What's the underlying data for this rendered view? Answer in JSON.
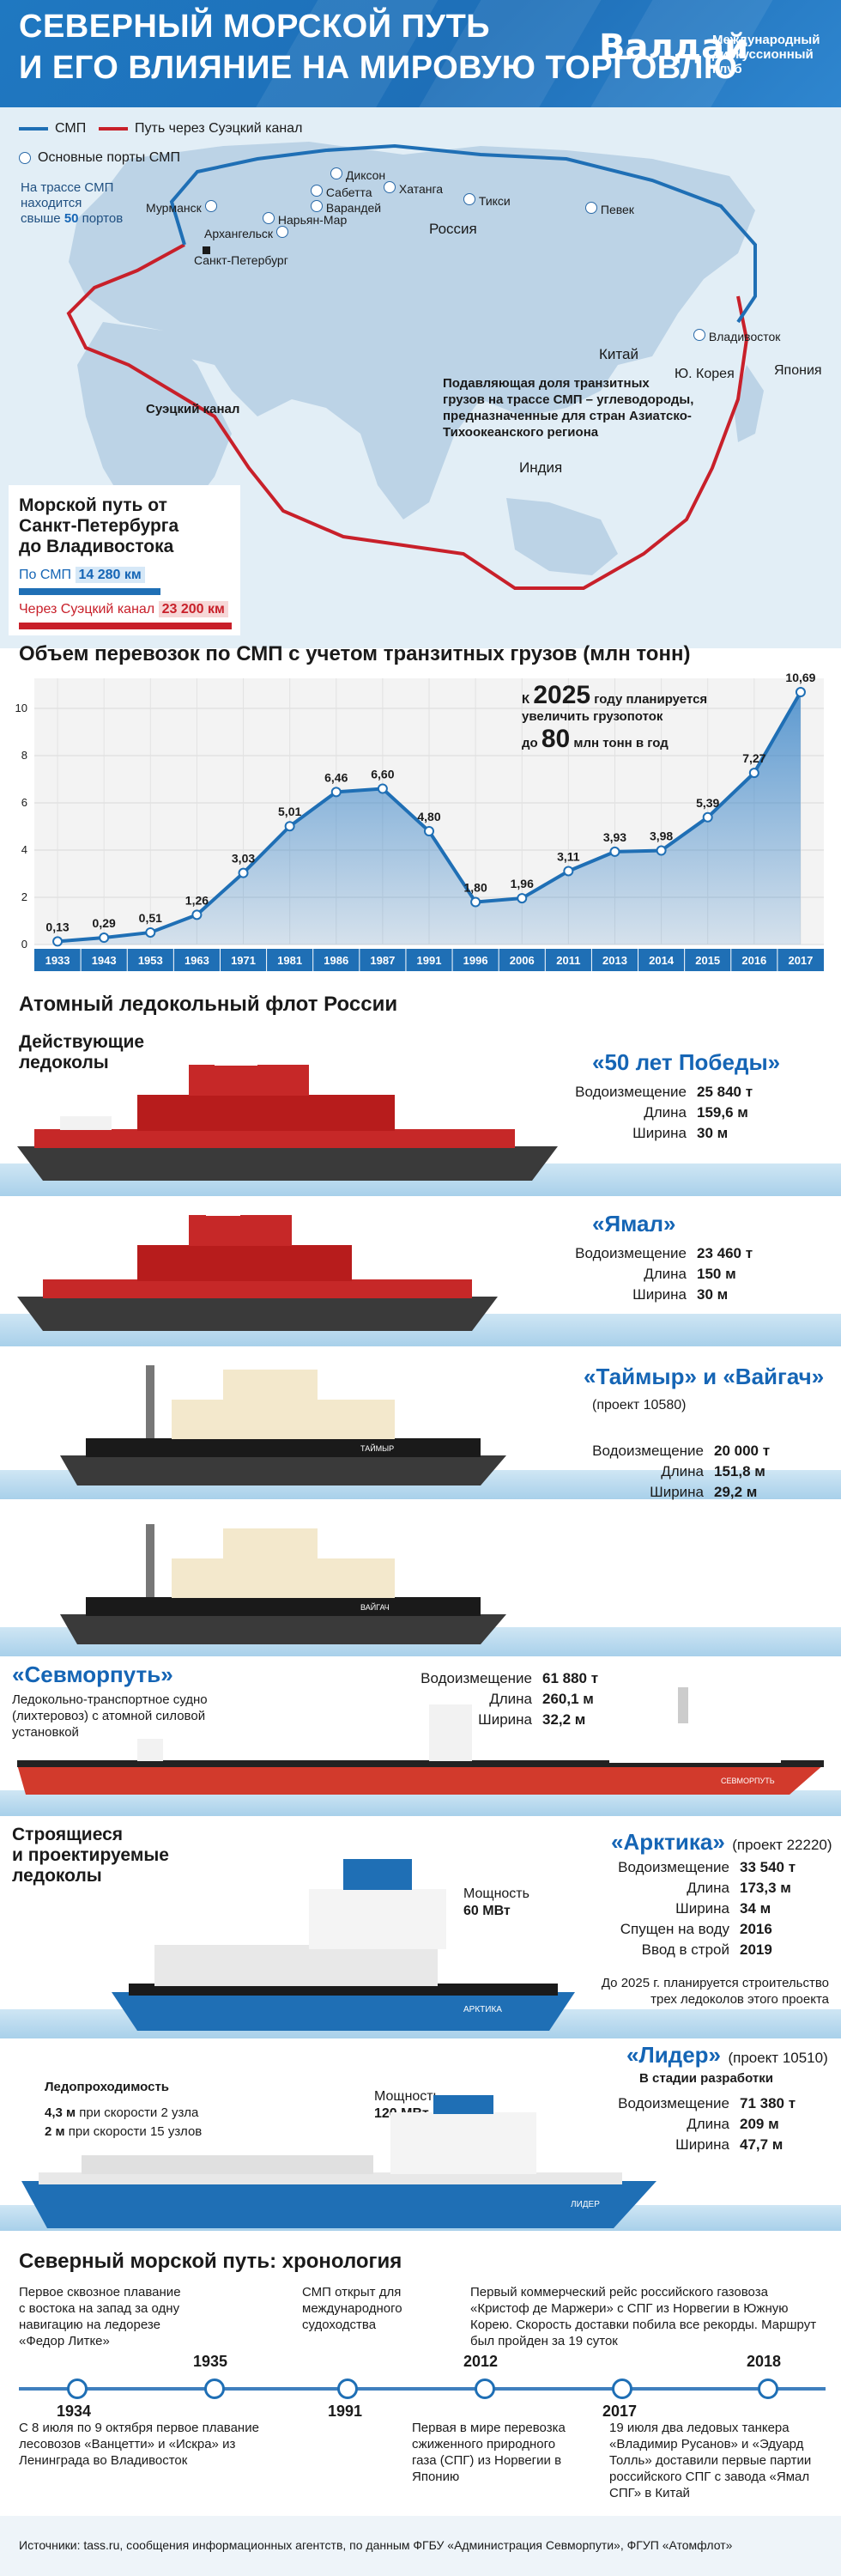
{
  "header": {
    "title_line1": "СЕВЕРНЫЙ МОРСКОЙ ПУТЬ",
    "title_line2": "И ЕГО ВЛИЯНИЕ НА МИРОВУЮ ТОРГОВЛЮ",
    "logo": "Валдай",
    "logo_sub1": "Международный",
    "logo_sub2": "дискуссионный клуб"
  },
  "map": {
    "legend_smp": "СМП",
    "legend_suez": "Путь через Суэцкий канал",
    "legend_ports": "Основные порты СМП",
    "ports_note_1": "На трассе СМП",
    "ports_note_2": "находится",
    "ports_note_3": "свыше",
    "ports_count": "50",
    "ports_note_4": "портов",
    "ports": [
      "Диксон",
      "Хатанга",
      "Сабетта",
      "Тикси",
      "Мурманск",
      "Варандей",
      "Нарьян-Мар",
      "Певек",
      "Архангельск"
    ],
    "cities": [
      "Санкт-Петербург",
      "Владивосток"
    ],
    "countries": [
      "Россия",
      "Китай",
      "Ю. Корея",
      "Япония",
      "Индия"
    ],
    "suez_label": "Суэцкий канал",
    "note_1": "Подавляющая доля транзитных",
    "note_2": "грузов на трассе СМП – углеводороды,",
    "note_3": "предназначенные для стран Азиатско-",
    "note_4": "Тихоокеанского региона",
    "route_box_title_1": "Морской путь от",
    "route_box_title_2": "Санкт-Петербурга",
    "route_box_title_3": "до Владивостока",
    "route_smp_label": "По СМП",
    "route_smp_value": "14 280 км",
    "route_suez_label": "Через Суэцкий канал",
    "route_suez_value": "23 200 км",
    "colors": {
      "smp": "#1f6fb5",
      "suez": "#c8202a",
      "land": "#bcd3e6",
      "sea": "#e2eef6"
    }
  },
  "chart_data": {
    "type": "area",
    "title": "Объем перевозок по СМП с учетом транзитных грузов (млн тонн)",
    "categories": [
      "1933",
      "1943",
      "1953",
      "1963",
      "1971",
      "1981",
      "1986",
      "1987",
      "1991",
      "1996",
      "2006",
      "2011",
      "2013",
      "2014",
      "2015",
      "2016",
      "2017"
    ],
    "values": [
      0.13,
      0.29,
      0.51,
      1.26,
      3.03,
      5.01,
      6.46,
      6.6,
      4.8,
      1.8,
      1.96,
      3.11,
      3.93,
      3.98,
      5.39,
      7.27,
      10.69
    ],
    "value_labels": [
      "0,13",
      "0,29",
      "0,51",
      "1,26",
      "3,03",
      "5,01",
      "6,46",
      "6,60",
      "4,80",
      "1,80",
      "1,96",
      "3,11",
      "3,93",
      "3,98",
      "5,39",
      "7,27",
      "10,69"
    ],
    "ylim": [
      0,
      10
    ],
    "yticks": [
      "0",
      "2",
      "4",
      "6",
      "8",
      "10"
    ],
    "grid": true,
    "annotation": {
      "pre": "К",
      "year": "2025",
      "mid": "году планируется",
      "line2": "увеличить грузопоток",
      "line3_pre": "до",
      "amount": "80",
      "line3_post": "млн тонн в год"
    }
  },
  "fleet": {
    "title": "Атомный ледокольный флот России",
    "active_1": "Действующие",
    "active_2": "ледоколы",
    "building_1": "Строящиеся",
    "building_2": "и проектируемые",
    "building_3": "ледоколы"
  },
  "ships": {
    "pobedy": {
      "name": "«50 лет Победы»",
      "l1": "Водоизмещение",
      "v1": "25 840 т",
      "l2": "Длина",
      "v2": "159,6 м",
      "l3": "Ширина",
      "v3": "30 м"
    },
    "yamal": {
      "name": "«Ямал»",
      "l1": "Водоизмещение",
      "v1": "23 460 т",
      "l2": "Длина",
      "v2": "150 м",
      "l3": "Ширина",
      "v3": "30 м"
    },
    "taymyr": {
      "name": "«Таймыр» и «Вайгач»",
      "project": "(проект 10580)",
      "l1": "Водоизмещение",
      "v1": "20 000 т",
      "l2": "Длина",
      "v2": "151,8 м",
      "l3": "Ширина",
      "v3": "29,2 м",
      "hull1": "ТАЙМЫР",
      "hull2": "ВАЙГАЧ"
    },
    "sevmorput": {
      "name": "«Севморпуть»",
      "desc1": "Ледокольно-транспортное судно",
      "desc2": "(лихтеровоз) с атомной силовой",
      "desc3": "установкой",
      "l1": "Водоизмещение",
      "v1": "61 880 т",
      "l2": "Длина",
      "v2": "260,1 м",
      "l3": "Ширина",
      "v3": "32,2 м",
      "hull": "СЕВМОРПУТЬ"
    },
    "arktika": {
      "name": "«Арктика»",
      "project": "(проект 22220)",
      "power_label": "Мощность",
      "power": "60 МВт",
      "l1": "Водоизмещение",
      "v1": "33 540 т",
      "l2": "Длина",
      "v2": "173,3 м",
      "l3": "Ширина",
      "v3": "34 м",
      "l4": "Спущен на воду",
      "v4": "2016",
      "l5": "Ввод в строй",
      "v5": "2019",
      "note1": "До 2025 г. планируется строительство",
      "note2": "трех ледоколов этого проекта",
      "hull": "АРКТИКА"
    },
    "lider": {
      "name": "«Лидер»",
      "project": "(проект 10510)",
      "stage": "В стадии разработки",
      "power_label": "Мощность",
      "power": "120 МВт",
      "ice_title": "Ледопроходимость",
      "ice1_b": "4,3 м",
      "ice1": "при скорости 2 узла",
      "ice2_b": "2 м",
      "ice2": "при скорости 15 узлов",
      "l1": "Водоизмещение",
      "v1": "71 380 т",
      "l2": "Длина",
      "v2": "209 м",
      "l3": "Ширина",
      "v3": "47,7 м",
      "hull": "ЛИДЕР"
    }
  },
  "timeline": {
    "title": "Северный морской путь: хронология",
    "events": [
      {
        "year": "1934",
        "text": "Первое сквозное плавание с востока на запад за одну навигацию на ледорезе «Федор Литке»"
      },
      {
        "year": "1935",
        "text": "С 8 июля по 9 октября первое плавание лесовозов «Ванцетти» и «Искра» из Ленинграда во Владивосток"
      },
      {
        "year": "1991",
        "text": "СМП открыт для международного судоходства"
      },
      {
        "year": "2012",
        "text": "Первая в мире перевозка сжиженного природного газа (СПГ) из Норвегии в Японию"
      },
      {
        "year": "2017",
        "text": "Первый коммерческий рейс российского газовоза «Кристоф де Маржери» с СПГ из Норвегии в Южную Корею. Скорость доставки побила все рекорды. Маршрут был пройден за 19 суток"
      },
      {
        "year": "2018",
        "text": "19 июля два ледовых танкера «Владимир Русанов» и «Эдуард Толль» доставили первые партии российского СПГ с завода «Ямал СПГ» в Китай"
      }
    ]
  },
  "footer": {
    "sources": "Источники: tass.ru, сообщения информационных агентств, по данным ФГБУ «Администрация Севморпути», ФГУП «Атомфлот»"
  }
}
